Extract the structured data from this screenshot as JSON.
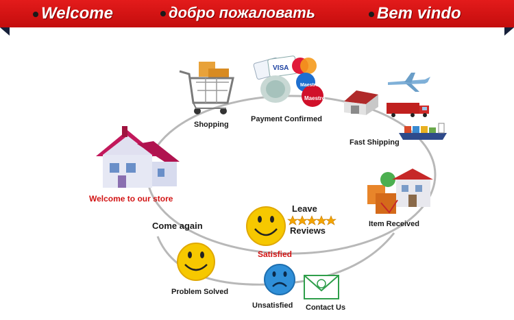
{
  "banner": {
    "welcome_en": "Welcome",
    "welcome_ru": "добро пожаловать",
    "welcome_pt": "Bem vindo"
  },
  "flow": {
    "welcome_store": "Welcome to our store",
    "shopping": "Shopping",
    "payment_confirmed": "Payment Confirmed",
    "fast_shipping": "Fast Shipping",
    "item_received": "Item Received",
    "leave": "Leave",
    "reviews": "Reviews",
    "satisfied": "Satisfied",
    "come_again": "Come again",
    "problem_solved": "Problem Solved",
    "unsatisfied": "Unsatisfied",
    "contact_us": "Contact Us"
  },
  "card_brands": [
    "VISA",
    "Maestro",
    "Maestro"
  ],
  "colors": {
    "banner_red": "#d21414",
    "accent_red": "#d21414",
    "smiley_yellow": "#f6c800",
    "sad_blue": "#2f8fd8",
    "ring_gray": "#b8b8b8"
  }
}
